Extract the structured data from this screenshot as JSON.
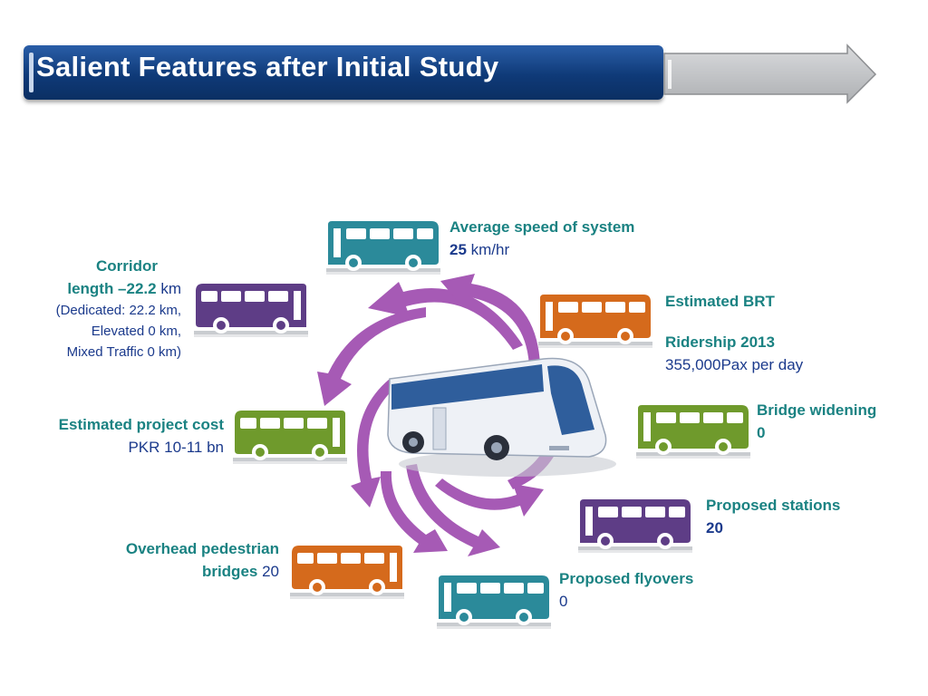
{
  "title": "Salient Features after Initial Study",
  "colors": {
    "teal": "#2b8a9a",
    "orange": "#d56a1c",
    "purple": "#5e3d86",
    "green": "#6f9a2c",
    "magenta": "#a85bb8",
    "label_teal": "#1a8282",
    "label_navy": "#1b3a8c"
  },
  "features": {
    "speed": {
      "heading": "Average speed of system",
      "value": "25",
      "unit": " km/hr"
    },
    "corridor": {
      "heading1": "Corridor",
      "heading2": "length –22.2",
      "unit": " km",
      "detail1": "(Dedicated: 22.2 km,",
      "detail2": "Elevated 0 km,",
      "detail3": "Mixed Traffic 0 km)"
    },
    "brt": {
      "heading": "Estimated BRT",
      "subheading": "Ridership 2013",
      "value": "355,000Pax per day"
    },
    "cost": {
      "heading": "Estimated project cost",
      "value": "PKR 10-11 bn"
    },
    "bridge": {
      "heading": "Bridge widening",
      "value": "0"
    },
    "stations": {
      "heading": "Proposed stations",
      "value": "20"
    },
    "pedestrian": {
      "heading1": "Overhead pedestrian",
      "heading2": "bridges",
      "value": " 20"
    },
    "flyovers": {
      "heading": "Proposed flyovers",
      "value": "0"
    }
  }
}
